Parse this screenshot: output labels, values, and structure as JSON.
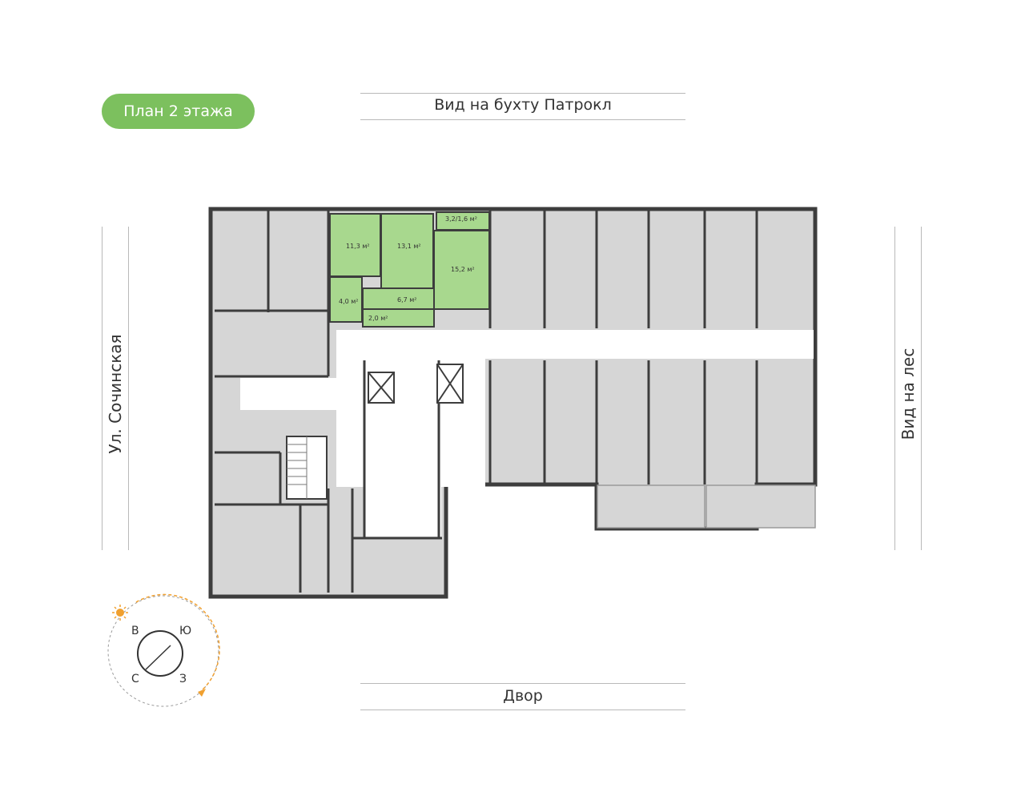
{
  "floor_badge": "План 2 этажа",
  "views": {
    "top": "Вид на бухту Патрокл",
    "bottom": "Двор",
    "left": "Ул. Сочинская",
    "right": "Вид на лес"
  },
  "apartment_areas": {
    "room_1": "11,3 м²",
    "room_2": "13,1 м²",
    "balcony": "3,2/1,6 м²",
    "kitchen": "15,2 м²",
    "bathroom": "4,0 м²",
    "hall": "6,7 м²",
    "wc": "2,0 м²"
  },
  "compass": {
    "east": "В",
    "south": "Ю",
    "west": "З",
    "north": "С",
    "sun_icon": "sun-icon"
  },
  "colors": {
    "accent_green": "#7cc05e",
    "highlight_room": "#a8d88e",
    "room_fill": "#d6d6d6",
    "wall": "#3d3d3d",
    "sun": "#f0a030"
  }
}
